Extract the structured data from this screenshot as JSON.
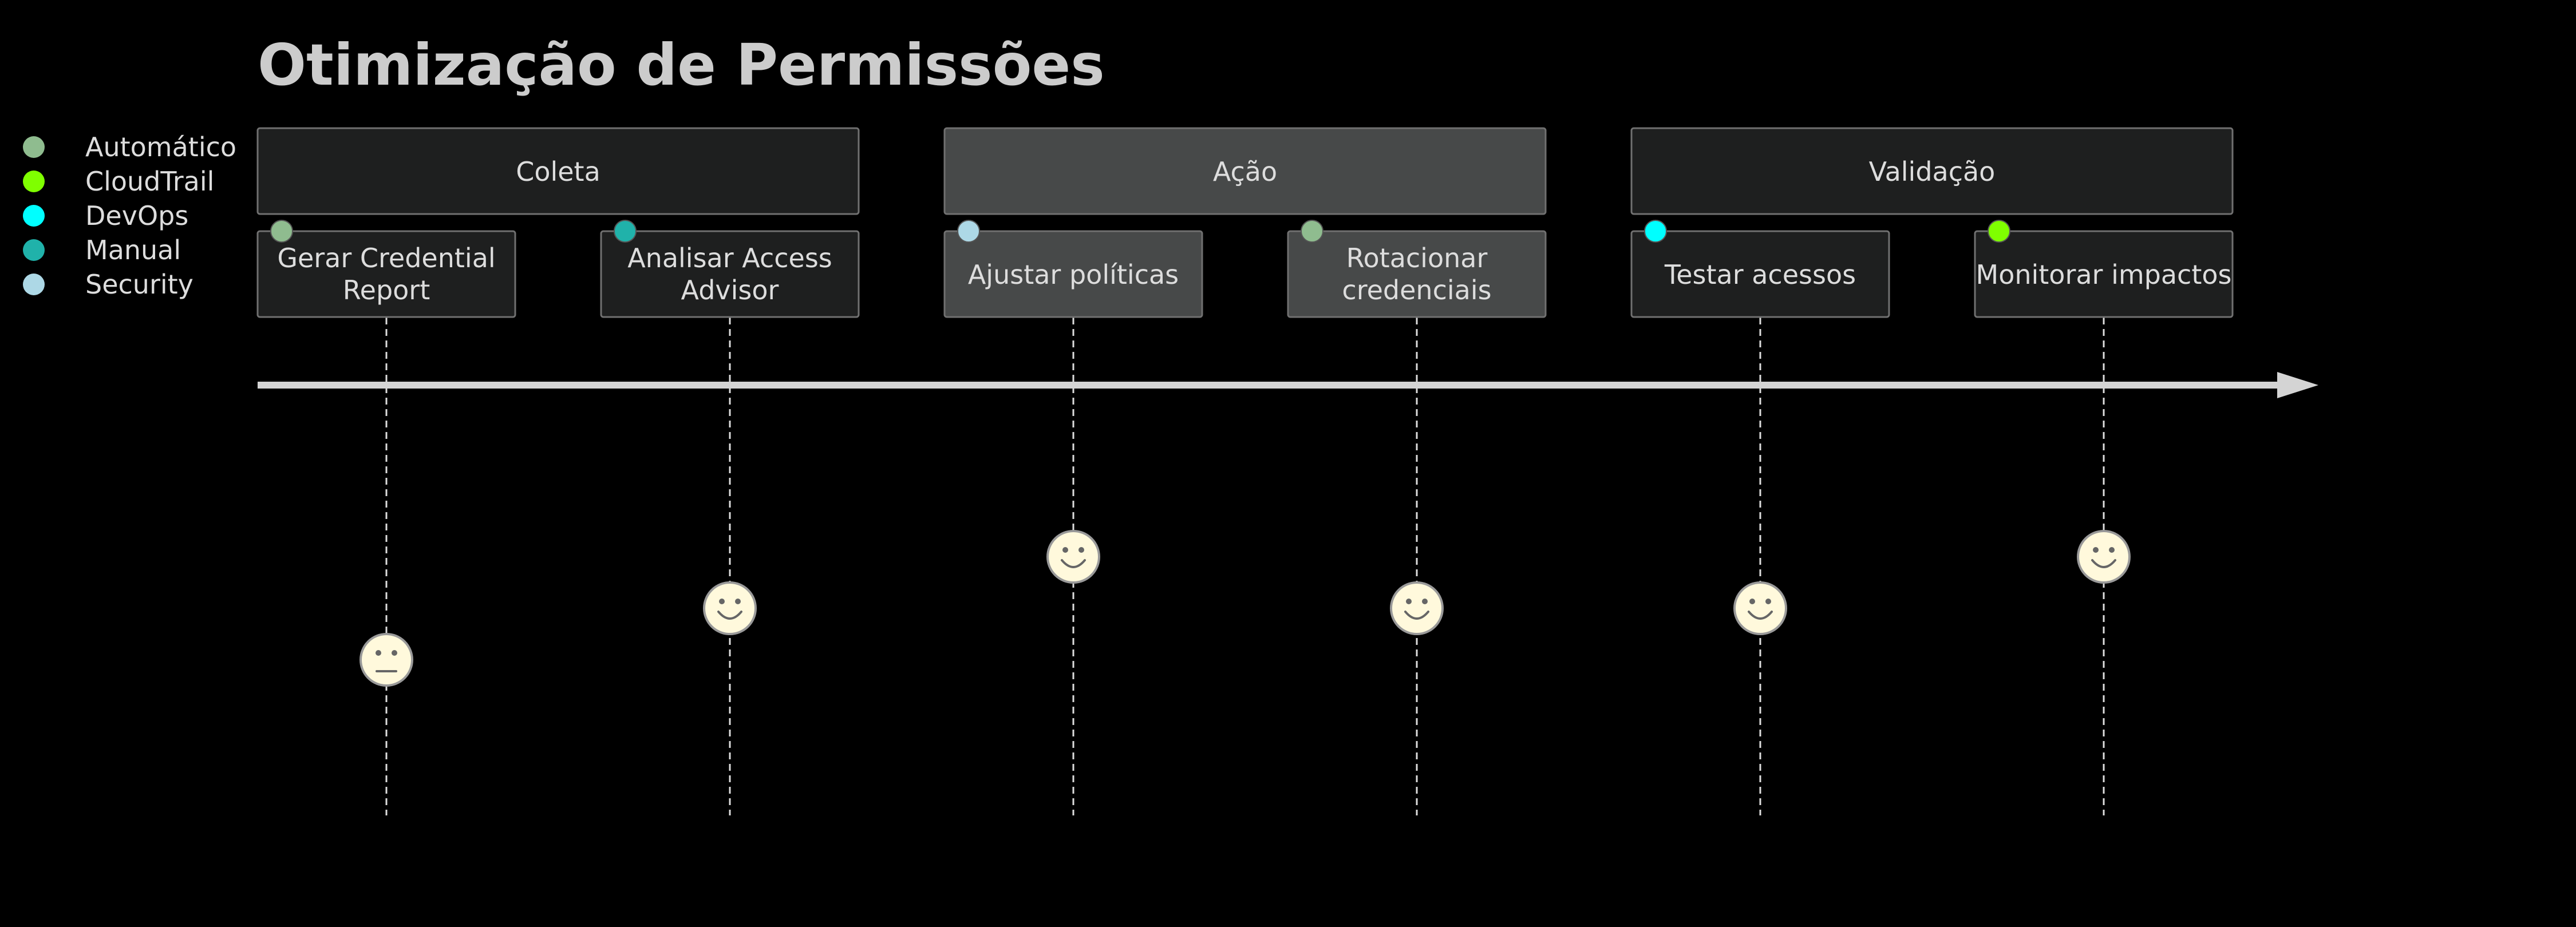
{
  "title": "Otimização de Permissões",
  "legend": [
    {
      "label": "Automático",
      "color": "#8fbc8f"
    },
    {
      "label": "CloudTrail",
      "color": "#7fff00"
    },
    {
      "label": "DevOps",
      "color": "#00ffff"
    },
    {
      "label": "Manual",
      "color": "#20b2aa"
    },
    {
      "label": "Security",
      "color": "#add8e6"
    }
  ],
  "sections": [
    {
      "label": "Coleta",
      "fill": "#1e1f1f"
    },
    {
      "label": "Ação",
      "fill": "#474949"
    },
    {
      "label": "Validação",
      "fill": "#1e1f1f"
    }
  ],
  "tasks": [
    {
      "lines": [
        "Gerar Credential",
        "Report"
      ],
      "actor": "Automático",
      "mood": "neutral",
      "score": 3
    },
    {
      "lines": [
        "Analisar Access",
        "Advisor"
      ],
      "actor": "Manual",
      "mood": "happy",
      "score": 4
    },
    {
      "lines": [
        "Ajustar políticas"
      ],
      "actor": "Security",
      "mood": "happy",
      "score": 5
    },
    {
      "lines": [
        "Rotacionar",
        "credenciais"
      ],
      "actor": "Automático",
      "mood": "happy",
      "score": 4
    },
    {
      "lines": [
        "Testar acessos"
      ],
      "actor": "DevOps",
      "mood": "happy",
      "score": 4
    },
    {
      "lines": [
        "Monitorar impactos"
      ],
      "actor": "CloudTrail",
      "mood": "happy",
      "score": 5
    }
  ]
}
